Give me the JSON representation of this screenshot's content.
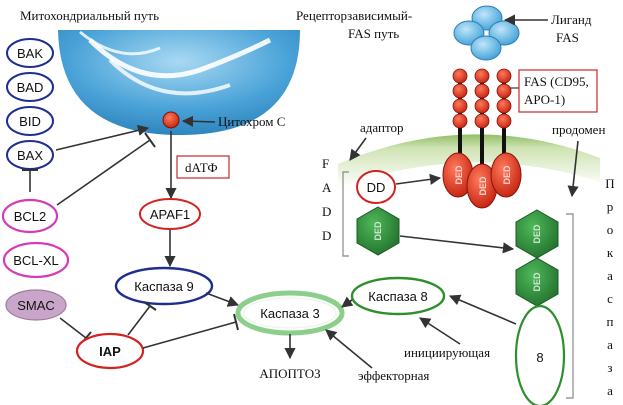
{
  "labels": {
    "mito_title": "Митохондриальный путь",
    "receptor_title_1": "Рецепторзависимый-",
    "receptor_title_2": "FAS путь",
    "ligand_1": "Лиганд",
    "ligand_2": "FAS",
    "fas_1": "FAS (CD95,",
    "fas_2": "APO-1)",
    "adaptor": "адаптор",
    "prodomain": "продомен",
    "cytochrome": "Цитохром С",
    "datf": "dАТФ",
    "apaf": "APAF1",
    "caspase9": "Каспаза 9",
    "caspase3": "Каспаза 3",
    "caspase8": "Каспаза 8",
    "iap": "IAP",
    "smac": "SMAC",
    "apoptosis": "АПОПТОЗ",
    "effector": "эффекторная",
    "initiating": "инициирующая",
    "dd": "DD",
    "eight": "8",
    "ded": "DED"
  },
  "bcl_family": [
    "BAK",
    "BAD",
    "BID",
    "BAX"
  ],
  "bcl_anti": [
    "BCL2",
    "BCL-XL"
  ],
  "fadd_letters": [
    "F",
    "A",
    "D",
    "D"
  ],
  "procaspase_letters": [
    "П",
    "р",
    "о",
    "к",
    "а",
    "с",
    "п",
    "а",
    "з",
    "а"
  ],
  "colors": {
    "mito_blue": "#4aa3d8",
    "ded_red": "#d8341e",
    "ded_green": "#2e8b3a",
    "blue_ring": "#1f2f8f",
    "pink_ring": "#d43bb5",
    "red_ring": "#d22323",
    "green_ring": "#2d8f2d",
    "membrane": "#9cc576"
  }
}
